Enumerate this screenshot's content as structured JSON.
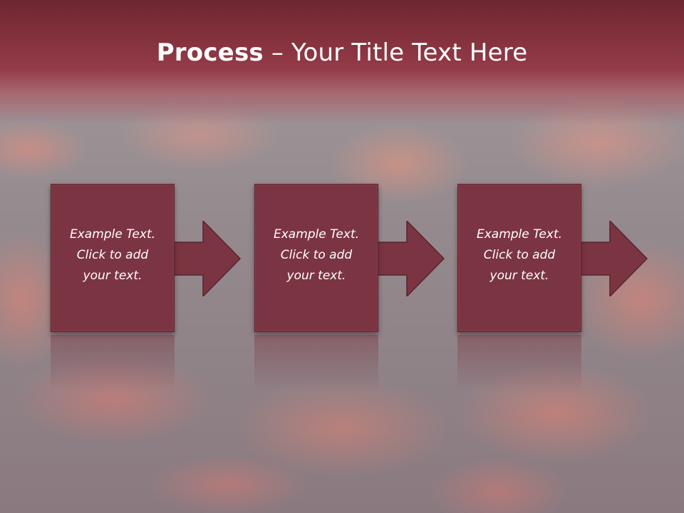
{
  "slide": {
    "title_bold": "Process",
    "title_rest": " – Your Title Text Here"
  },
  "steps": [
    {
      "lines": [
        "Example Text.",
        "Click  to add",
        "your text."
      ]
    },
    {
      "lines": [
        "Example Text.",
        "Click  to add",
        "your text."
      ]
    },
    {
      "lines": [
        "Example Text.",
        "Click  to add",
        "your text."
      ]
    }
  ],
  "colors": {
    "header": "#943b48",
    "box": "#7b3542",
    "arrow": "#7b3542"
  }
}
